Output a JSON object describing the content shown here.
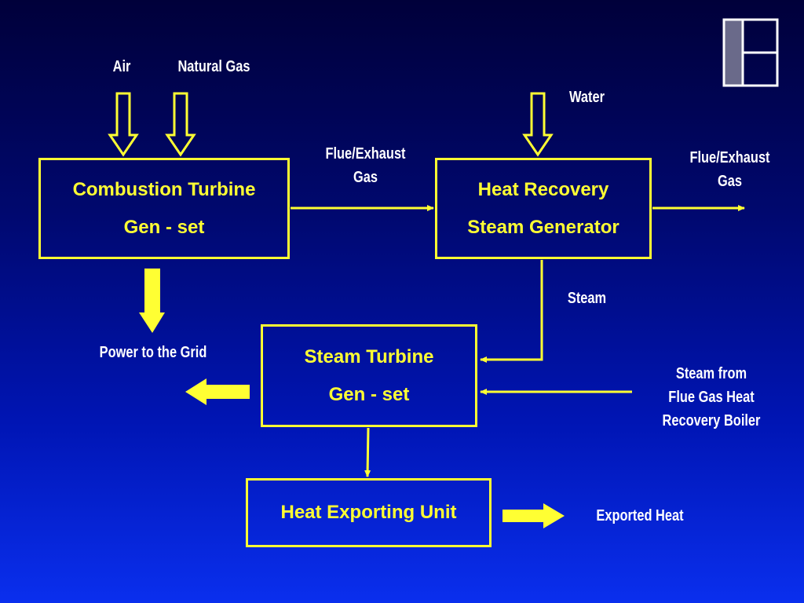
{
  "boxes": {
    "combustion_turbine": [
      "Combustion Turbine",
      "Gen - set"
    ],
    "hrsg": [
      "Heat Recovery",
      "Steam Generator"
    ],
    "steam_turbine": [
      "Steam Turbine",
      "Gen - set"
    ],
    "heat_exporting_unit": [
      "Heat Exporting Unit"
    ]
  },
  "labels": {
    "air": "Air",
    "natural_gas": "Natural Gas",
    "water": "Water",
    "flue_exhaust_gas_1": "Flue/Exhaust\nGas",
    "flue_exhaust_gas_2": "Flue/Exhaust\nGas",
    "steam": "Steam",
    "power_to_grid": "Power to the Grid",
    "steam_from_boiler": "Steam from\nFlue Gas Heat\nRecovery Boiler",
    "exported_heat": "Exported Heat"
  },
  "colors": {
    "box_text": "#ffff33",
    "label_text": "#ffffff",
    "arrow": "#ffff33",
    "background_top": "#00003a",
    "background_bottom": "#0a2fee",
    "logo_stroke": "#ffffff",
    "logo_fill": "#6a6a8a"
  },
  "icons": {
    "logo": "window-pane-logo-icon"
  }
}
